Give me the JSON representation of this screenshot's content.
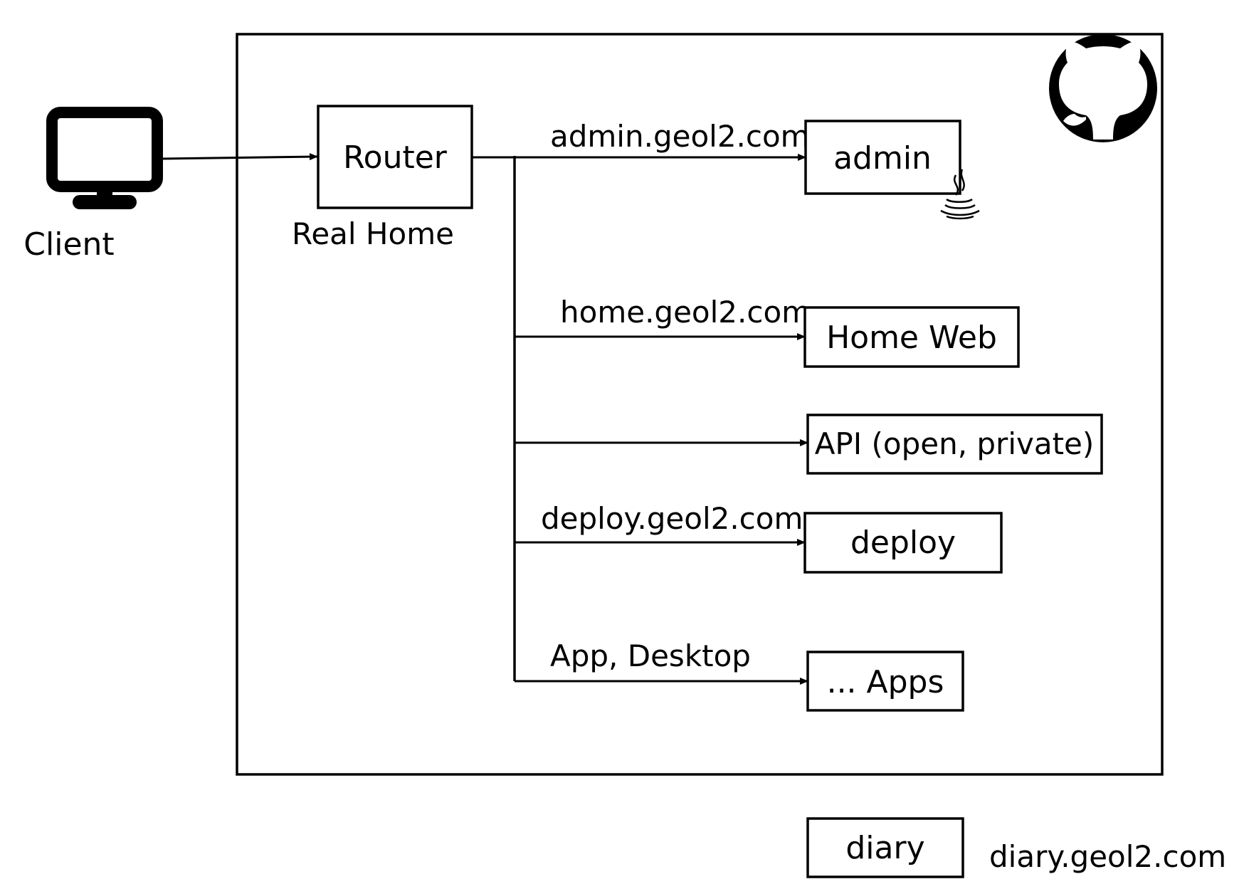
{
  "client": {
    "label": "Client",
    "icon": "monitor-icon"
  },
  "router": {
    "label": "Router",
    "caption": "Real Home"
  },
  "container": {
    "icon": "github-icon"
  },
  "routes": [
    {
      "edge_label": "admin.geol2.com",
      "target": "admin",
      "target_icon": "java-icon"
    },
    {
      "edge_label": "home.geol2.com",
      "target": "Home Web"
    },
    {
      "edge_label": "",
      "target": "API (open, private)"
    },
    {
      "edge_label": "deploy.geol2.com",
      "target": "deploy"
    },
    {
      "edge_label": "App, Desktop",
      "target": "... Apps"
    }
  ],
  "external": {
    "label": "diary",
    "domain": "diary.geol2.com"
  },
  "colors": {
    "stroke": "#000000",
    "background": "#ffffff"
  }
}
